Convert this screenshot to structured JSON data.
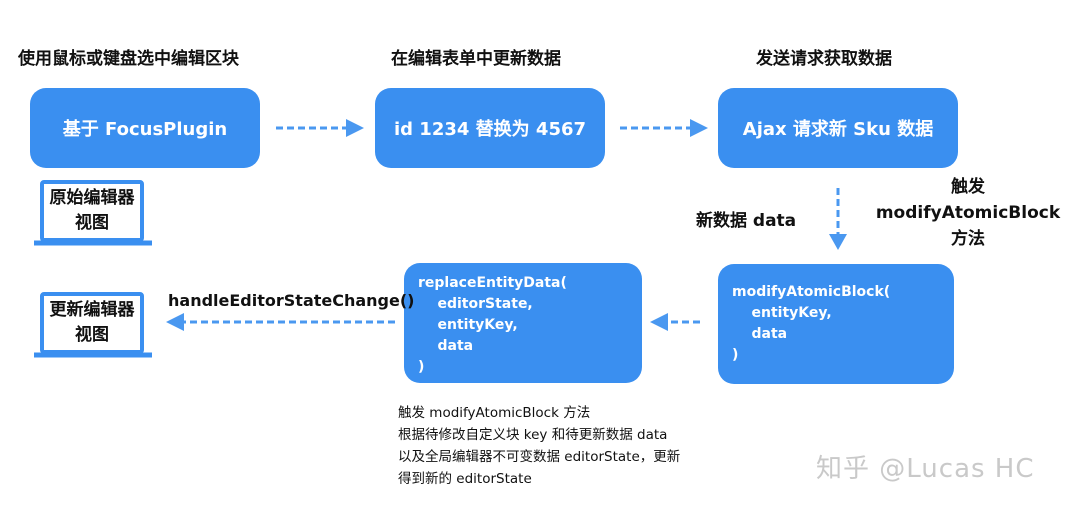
{
  "steps": {
    "select": "使用鼠标或键盘选中编辑区块",
    "update": "在编辑表单中更新数据",
    "request": "发送请求获取数据"
  },
  "boxes": {
    "focus_plugin": "基于 FocusPlugin",
    "replace_id": "id 1234 替换为 4567",
    "ajax": "Ajax 请求新 Sku 数据",
    "modify_block": [
      "modifyAtomicBlock(",
      "    entityKey,",
      "    data",
      ")"
    ],
    "replace_entity": [
      "replaceEntityData(",
      "    editorState,",
      "    entityKey,",
      "    data",
      ")"
    ]
  },
  "monitors": {
    "original": [
      "原始编辑器",
      "视图"
    ],
    "updated": [
      "更新编辑器",
      "视图"
    ]
  },
  "labels": {
    "new_data": "新数据 data",
    "trigger": [
      "触发",
      "modifyAtomicBlock",
      "方法"
    ],
    "handle_change": "handleEditorStateChange()"
  },
  "note": [
    "触发 modifyAtomicBlock 方法",
    "根据待修改自定义块 key 和待更新数据 data",
    "以及全局编辑器不可变数据 editorState，更新",
    "得到新的 editorState"
  ],
  "watermark": "知乎 @Lucas HC",
  "colors": {
    "box": "#3a8ff0",
    "arrow": "#4a98f0"
  }
}
